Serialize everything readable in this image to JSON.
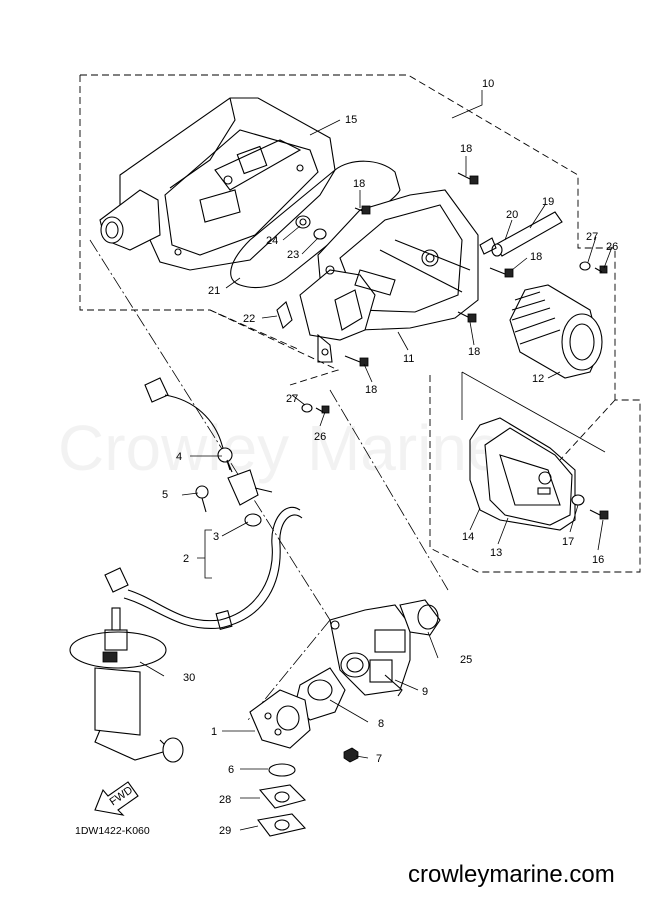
{
  "callouts": {
    "c1": "1",
    "c2": "2",
    "c3": "3",
    "c4": "4",
    "c5": "5",
    "c6": "6",
    "c7": "7",
    "c8": "8",
    "c9": "9",
    "c10": "10",
    "c11": "11",
    "c12": "12",
    "c13": "13",
    "c14": "14",
    "c15": "15",
    "c16": "16",
    "c17": "17",
    "c18": "18",
    "c19": "19",
    "c20": "20",
    "c21": "21",
    "c22": "22",
    "c23": "23",
    "c24": "24",
    "c25": "25",
    "c26": "26",
    "c27": "27",
    "c28": "28",
    "c29": "29",
    "c30": "30"
  },
  "fwd_label": "FWD",
  "drawing_code": "1DW1422-K060",
  "watermark": "Crowley Marine",
  "site_url": "crowleymarine.com"
}
